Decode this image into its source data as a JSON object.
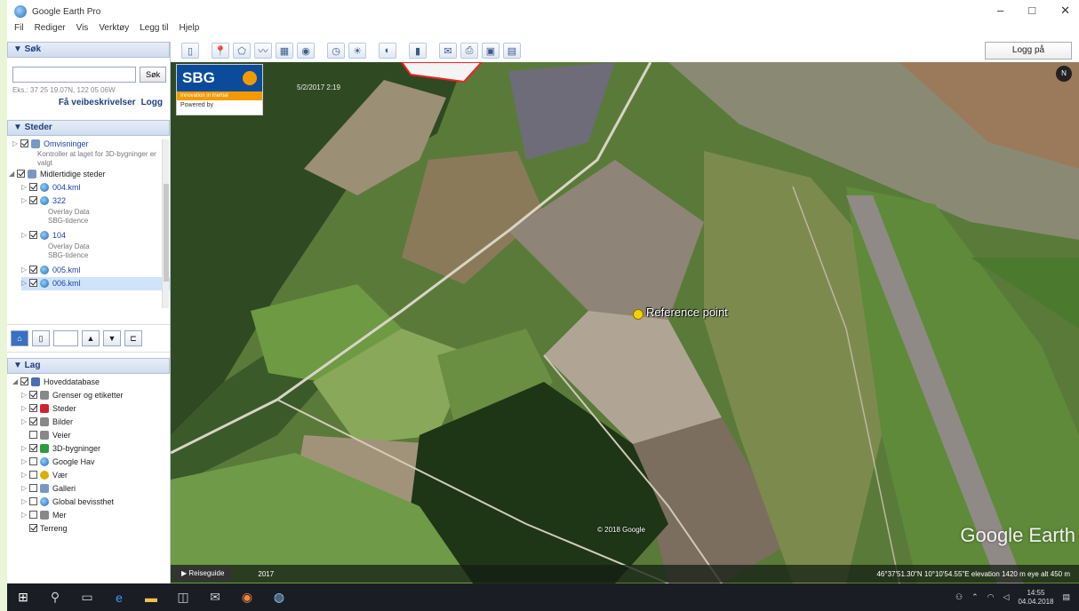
{
  "window": {
    "title": "Google Earth Pro",
    "min": "–",
    "max": "□",
    "close": "✕"
  },
  "menu": [
    "Fil",
    "Rediger",
    "Vis",
    "Verktøy",
    "Legg til",
    "Hjelp"
  ],
  "toolbar_icons": [
    "sidebar-toggle-icon",
    "placemark-icon",
    "polygon-icon",
    "path-icon",
    "overlay-icon",
    "tour-icon",
    "history-icon",
    "sun-icon",
    "planets-icon",
    "ruler-icon",
    "email-icon",
    "print-icon",
    "save-image-icon",
    "maps-icon"
  ],
  "login_button": "Logg på",
  "search": {
    "header": "▼ Søk",
    "placeholder": "",
    "button": "Søk",
    "example": "Eks.: 37 25 19.07N, 122 05 06W",
    "link_directions": "Få veibeskrivelser",
    "link_history": "Logg"
  },
  "places": {
    "header": "▼ Steder",
    "items": [
      {
        "label": "Omvisninger",
        "desc": "Kontroller at laget for 3D-bygninger er valgt",
        "icon": "folder-icon",
        "checked": true
      },
      {
        "label": "Midlertidige steder",
        "icon": "folder-icon",
        "checked": true
      },
      {
        "label": "004.kml",
        "icon": "kml-icon",
        "checked": true
      },
      {
        "label": "322",
        "desc": "Overlay Data SBG-tidence",
        "icon": "kml-icon",
        "checked": true
      },
      {
        "label": "104",
        "desc": "Overlay Data SBG-tidence",
        "icon": "kml-icon",
        "checked": true
      },
      {
        "label": "005.kml",
        "icon": "kml-icon",
        "checked": true
      },
      {
        "label": "006.kml",
        "icon": "kml-icon",
        "checked": true
      }
    ]
  },
  "layers": {
    "header": "▼ Lag",
    "items": [
      {
        "label": "Hoveddatabase",
        "icon": "database-icon",
        "checked": true
      },
      {
        "label": "Grenser og etiketter",
        "icon": "borders-icon",
        "checked": true
      },
      {
        "label": "Steder",
        "icon": "places-icon",
        "checked": true
      },
      {
        "label": "Bilder",
        "icon": "photos-icon",
        "checked": true
      },
      {
        "label": "Veier",
        "icon": "roads-icon",
        "checked": false
      },
      {
        "label": "3D-bygninger",
        "icon": "buildings-icon",
        "checked": true
      },
      {
        "label": "Google Hav",
        "icon": "ocean-icon",
        "checked": false
      },
      {
        "label": "Vær",
        "icon": "weather-icon",
        "checked": false
      },
      {
        "label": "Galleri",
        "icon": "gallery-icon",
        "checked": false
      },
      {
        "label": "Global bevissthet",
        "icon": "globe-icon",
        "checked": false
      },
      {
        "label": "Mer",
        "icon": "more-icon",
        "checked": false
      },
      {
        "label": "Terreng",
        "icon": "",
        "checked": true
      }
    ]
  },
  "map": {
    "placemark_label": "Reference point",
    "date_tag": "5/2/2017 2:19",
    "copyright": "© 2018 Google",
    "logo": "Google Earth"
  },
  "sbg": {
    "name": "SBG",
    "tagline": "Innovation in Inertial",
    "powered": "Powered by"
  },
  "status": {
    "tour_button": "▶ Reiseguide",
    "year": "2017",
    "coords": "46°37'51.30\"N   10°10'54.55\"E   elevation  1420 m     eye alt  450 m"
  },
  "taskbar": {
    "time": "14:55",
    "date": "04.04.2018"
  }
}
